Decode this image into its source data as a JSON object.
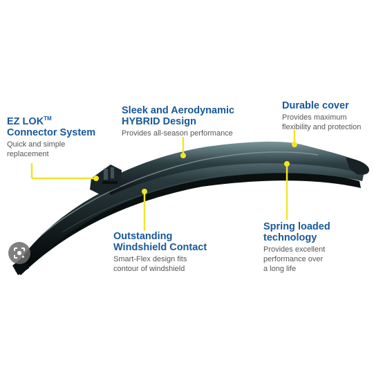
{
  "callouts": {
    "ezlok": {
      "title_line1": "EZ LOK",
      "trademark": "TM",
      "title_line2": "Connector System",
      "desc_line1": "Quick and simple",
      "desc_line2": "replacement"
    },
    "sleek": {
      "title_line1": "Sleek and Aerodynamic",
      "title_line2": "HYBRID Design",
      "desc_line1": "Provides all-season performance"
    },
    "durable": {
      "title_line1": "Durable cover",
      "desc_line1": "Provides maximum",
      "desc_line2": "flexibility and protection"
    },
    "windshield": {
      "title_line1": "Outstanding",
      "title_line2": "Windshield Contact",
      "desc_line1": "Smart-Flex design fits",
      "desc_line2": "contour of windshield"
    },
    "spring": {
      "title_line1": "Spring loaded",
      "title_line2": "technology",
      "desc_line1": "Provides excellent",
      "desc_line2": "performance over",
      "desc_line3": "a long life"
    }
  },
  "colors": {
    "title": "#17589a",
    "callout_line": "#f2e52a",
    "blade_dark": "#0f1517",
    "blade_highlight": "#5f7a80"
  },
  "icons": {
    "lens": "lens-search-icon"
  }
}
